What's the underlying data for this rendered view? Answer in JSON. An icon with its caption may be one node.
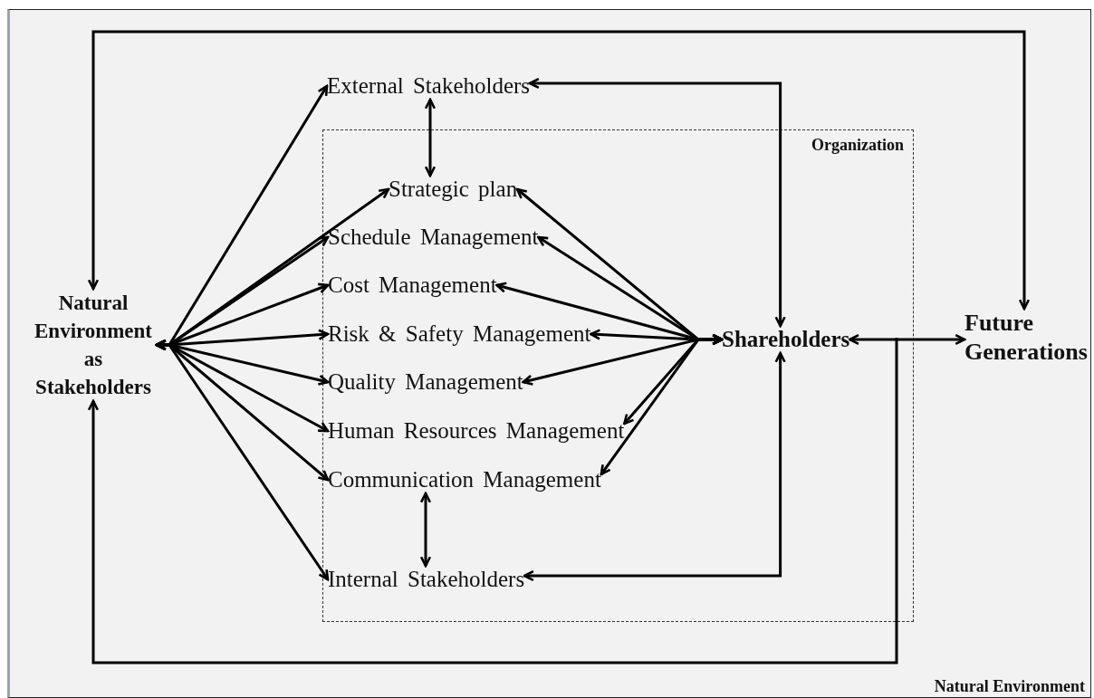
{
  "diagram": {
    "nodes": [
      {
        "text": [
          "Natural Environment"
        ]
      },
      {
        "text": [
          "Natural Environment as Stakeholders"
        ],
        "in": 0
      },
      {
        "text": [
          "External Stakeholders"
        ],
        "in": 0
      },
      {
        "text": [
          "Organization"
        ],
        "in": 0
      },
      {
        "text": [
          "Strategic plan"
        ],
        "in": 3
      },
      {
        "text": [
          "Schedule Management"
        ],
        "in": 3
      },
      {
        "text": [
          "Cost Management"
        ],
        "in": 3
      },
      {
        "text": [
          "Risk & Safety Management"
        ],
        "in": 3
      },
      {
        "text": [
          "Quality Management"
        ],
        "in": 3
      },
      {
        "text": [
          "Human Resources Management"
        ],
        "in": 3
      },
      {
        "text": [
          "Communication Management"
        ],
        "in": 3
      },
      {
        "text": [
          "Internal Stakeholders"
        ],
        "in": 3
      },
      {
        "text": [
          "Shareholders"
        ],
        "in": 3
      },
      {
        "text": [
          "Future Generations"
        ],
        "in": 0
      }
    ],
    "edges": [
      {
        "from": 1,
        "to": 2,
        "arrow": "both"
      },
      {
        "from": 1,
        "to": 4,
        "arrow": "both"
      },
      {
        "from": 1,
        "to": 5,
        "arrow": "both"
      },
      {
        "from": 1,
        "to": 6,
        "arrow": "both"
      },
      {
        "from": 1,
        "to": 7,
        "arrow": "both"
      },
      {
        "from": 1,
        "to": 8,
        "arrow": "both"
      },
      {
        "from": 1,
        "to": 9,
        "arrow": "both"
      },
      {
        "from": 1,
        "to": 10,
        "arrow": "both"
      },
      {
        "from": 1,
        "to": 11,
        "arrow": "both"
      },
      {
        "from": 2,
        "to": 4,
        "arrow": "both"
      },
      {
        "from": 12,
        "to": 4,
        "arrow": "both"
      },
      {
        "from": 12,
        "to": 5,
        "arrow": "both"
      },
      {
        "from": 12,
        "to": 6,
        "arrow": "both"
      },
      {
        "from": 12,
        "to": 7,
        "arrow": "both"
      },
      {
        "from": 12,
        "to": 8,
        "arrow": "both"
      },
      {
        "from": 12,
        "to": 9,
        "arrow": "both"
      },
      {
        "from": 12,
        "to": 10,
        "arrow": "both"
      },
      {
        "from": 10,
        "to": 11,
        "arrow": "both"
      },
      {
        "from": 12,
        "to": 2,
        "arrow": "both"
      },
      {
        "from": 12,
        "to": 11,
        "arrow": "both"
      },
      {
        "from": 12,
        "to": 13,
        "arrow": "both"
      },
      {
        "from": 1,
        "to": 13,
        "arrow": "both"
      },
      {
        "from": null,
        "to": 1,
        "arrow": "to"
      }
    ]
  }
}
